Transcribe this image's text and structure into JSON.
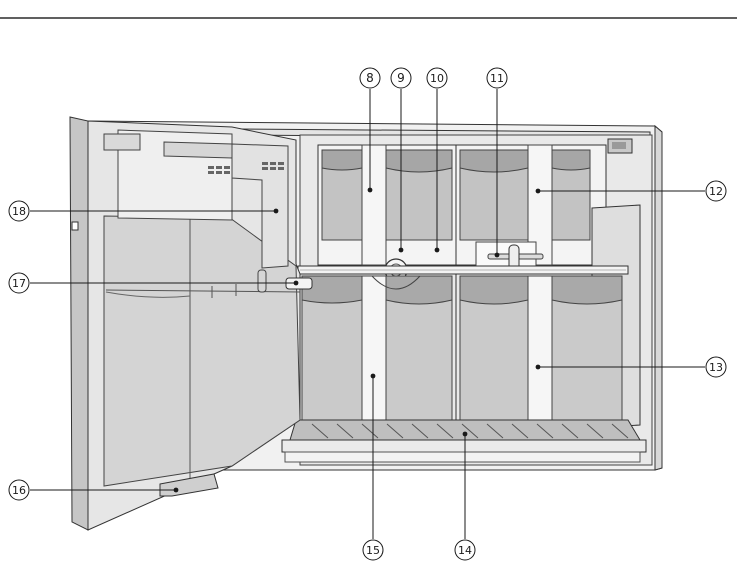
{
  "figure": {
    "callouts": [
      {
        "id": "8",
        "label": "8"
      },
      {
        "id": "9",
        "label": "9"
      },
      {
        "id": "10",
        "label": "10"
      },
      {
        "id": "11",
        "label": "11"
      },
      {
        "id": "12",
        "label": "12"
      },
      {
        "id": "13",
        "label": "13"
      },
      {
        "id": "14",
        "label": "14"
      },
      {
        "id": "15",
        "label": "15"
      },
      {
        "id": "16",
        "label": "16"
      },
      {
        "id": "17",
        "label": "17"
      },
      {
        "id": "18",
        "label": "18"
      }
    ]
  }
}
